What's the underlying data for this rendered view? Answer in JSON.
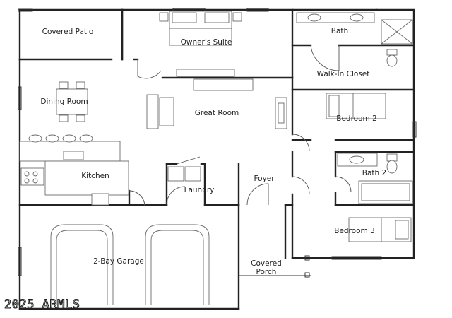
{
  "rooms": {
    "covered_patio": "Covered Patio",
    "owners_suite": "Owner's Suite",
    "bath": "Bath",
    "walk_in_closet": "Walk-In Closet",
    "dining_room": "Dining Room",
    "great_room": "Great Room",
    "bedroom_2": "Bedroom 2",
    "kitchen": "Kitchen",
    "laundry": "Laundry",
    "foyer": "Foyer",
    "bath_2": "Bath 2",
    "bedroom_3": "Bedroom 3",
    "garage": "2-Bay Garage",
    "covered_porch_line1": "Covered",
    "covered_porch_line2": "Porch"
  },
  "watermark": "2025 ARMLS"
}
